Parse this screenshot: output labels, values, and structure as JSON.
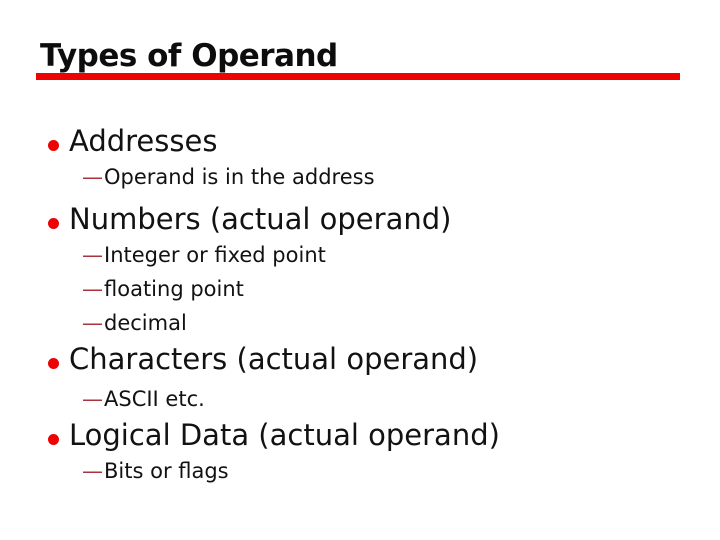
{
  "slide": {
    "title": "Types of Operand",
    "sub_bullet_glyph": "—",
    "bullets": [
      {
        "label": "Addresses",
        "subs": [
          "Operand is in the address"
        ]
      },
      {
        "label": "Numbers (actual operand)",
        "subs": [
          "Integer or fixed point",
          "floating point",
          "decimal"
        ]
      },
      {
        "label": "Characters (actual operand)",
        "subs": [
          "ASCII etc."
        ]
      },
      {
        "label": "Logical Data (actual operand)",
        "subs": [
          "Bits or flags"
        ]
      }
    ],
    "colors": {
      "accent_red": "#ee0202",
      "sub_dash_red": "#a93340",
      "text": "#121212",
      "background": "#ffffff"
    }
  }
}
